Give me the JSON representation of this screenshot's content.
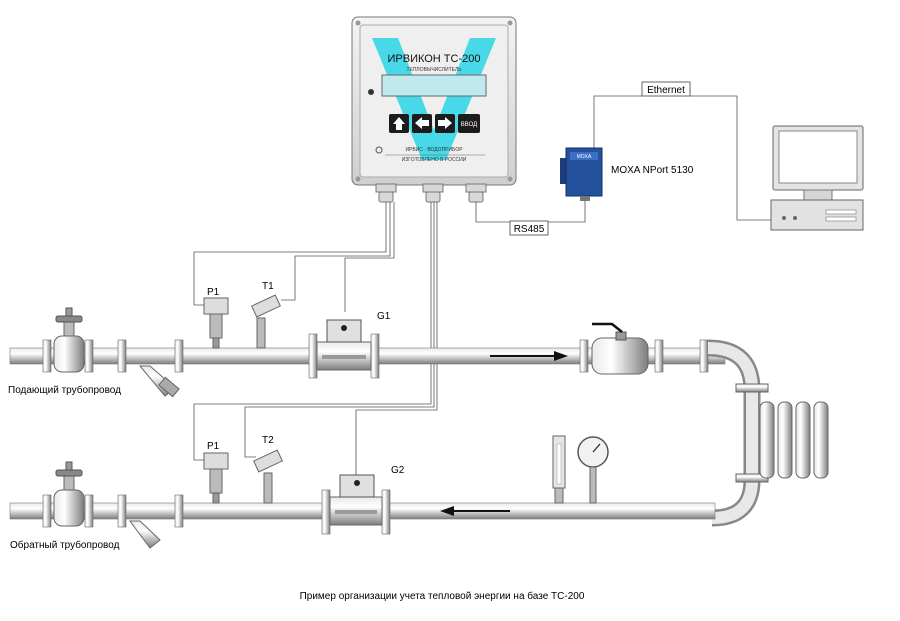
{
  "device": {
    "brand": "ИРВИКОН ТС-200",
    "subtitle": "ТЕПЛОВЫЧИСЛИТЕЛЬ",
    "btn_enter": "ВВОД",
    "footer_line1": "ИРВИС · ВОДОПРИБОР",
    "footer_line2": "ИЗГОТОВЛЕНО В РОССИИ"
  },
  "labels": {
    "ethernet": "Ethernet",
    "rs485": "RS485",
    "moxa": "MOXA NPort 5130",
    "p1_top": "P1",
    "t1_top": "T1",
    "g1": "G1",
    "p1_bottom": "P1",
    "t2_bottom": "T2",
    "g2": "G2",
    "supply_pipe": "Подающий трубопровод",
    "return_pipe": "Обратный трубопровод",
    "caption": "Пример организации учета тепловой энергии на базе ТС-200"
  },
  "colors": {
    "pipe": "#c9c9c9",
    "pipe_dark": "#8a8a8a",
    "accent_cyan": "#34d6e6",
    "screen": "#bfe9ee"
  },
  "icons": [
    "up-arrow-icon",
    "left-arrow-icon",
    "right-arrow-icon",
    "flow-arrow-icon"
  ]
}
